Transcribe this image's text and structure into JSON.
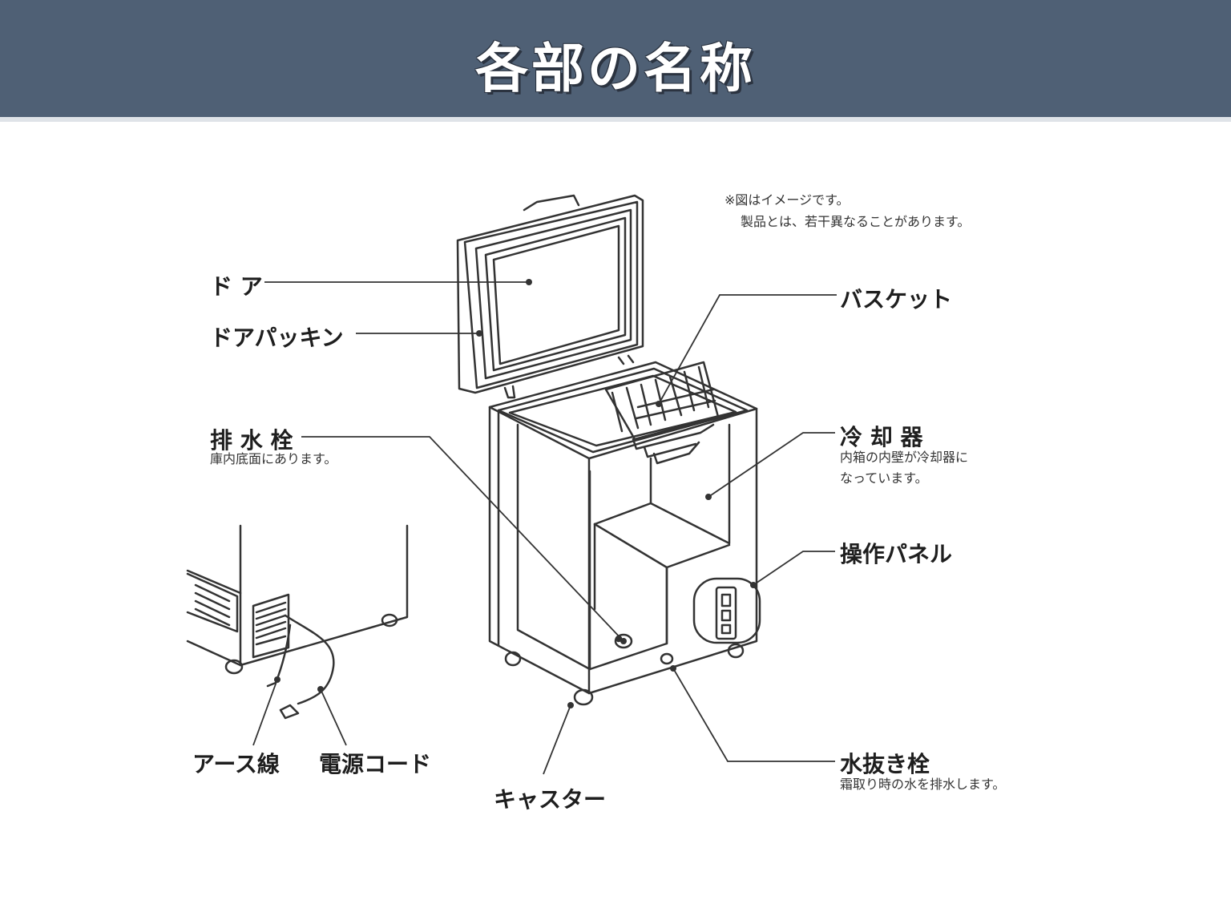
{
  "header": {
    "title": "各部の名称",
    "color": "#4f6075"
  },
  "note": {
    "line1": "※図はイメージです。",
    "line2": "製品とは、若干異なることがあります。"
  },
  "labels": {
    "door": "ド ア",
    "door_gasket": "ドアパッキン",
    "drain_plug": "排 水 栓",
    "drain_plug_note": "庫内底面にあります。",
    "basket": "バスケット",
    "cooler": "冷 却 器",
    "cooler_note_1": "内箱の内壁が冷却器に",
    "cooler_note_2": "なっています。",
    "control_panel": "操作パネル",
    "water_drain_plug": "水抜き栓",
    "water_drain_plug_note": "霜取り時の水を排水します。",
    "caster": "キャスター",
    "ground_wire": "アース線",
    "power_cord": "電源コード"
  }
}
